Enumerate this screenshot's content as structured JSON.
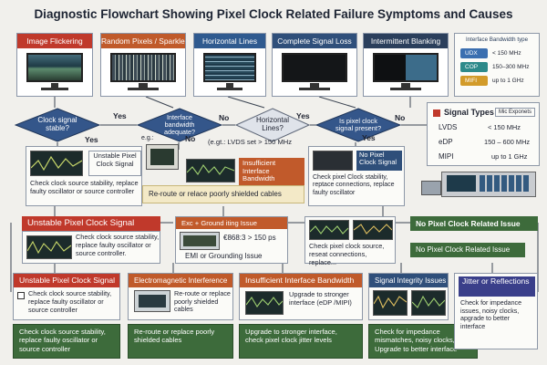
{
  "title": "Diagnostic Flowchart Showing Pixel Clock Related Failure Symptoms and Causes",
  "symptoms": [
    {
      "label": "Image Flickering",
      "color": "#c0392b"
    },
    {
      "label": "Random Pixels / Sparkles",
      "color": "#c05a2a"
    },
    {
      "label": "Horizontal Lines",
      "color": "#2f5a8f"
    },
    {
      "label": "Complete Signal Loss",
      "color": "#2f4f7a"
    },
    {
      "label": "Intermittent Blanking",
      "color": "#2b3f5c"
    }
  ],
  "interface_legend": {
    "title": "Interface Bandwidth type",
    "rows": [
      {
        "tag": "UDX",
        "value": "< 150 MHz",
        "color": "#3b6fb0"
      },
      {
        "tag": "COP",
        "value": "150–300 MHz",
        "color": "#2d8a8a"
      },
      {
        "tag": "MIFI",
        "value": "up to 1 GHz",
        "color": "#d29b2a"
      }
    ]
  },
  "decisions": {
    "clock_stable": "Clock signal stable?",
    "bandwidth": "Interface bandwidth adequate?",
    "horizontal": "Horizontal Lines?",
    "clock_present": "Is pixel clock signal present?"
  },
  "labels": {
    "yes": "Yes",
    "no": "No",
    "eg": "e.g.:",
    "lvds_note": "(e.gt.: LVDS set > 150 MHz"
  },
  "signal_types": {
    "title": "Signal Types",
    "badge": "Mic Exponets",
    "rows": [
      {
        "name": "LVDS",
        "value": "< 150 MHz"
      },
      {
        "name": "eDP",
        "value": "150 – 600 MHz"
      },
      {
        "name": "MIPI",
        "value": "up to 1 GHz"
      }
    ]
  },
  "mid": {
    "unstable_card": "Unstable Pixel Clock Signal",
    "unstable_text": "Check clock source stability, replace faulty oscillator or source controller",
    "insufficient_card": "Insufficient Interface Bandwidth",
    "reroute_text": "Re-route or relace poorly shielded cables",
    "noclock_card": "No Pixel Clock Signal",
    "noclock_text": "Check pixel Clock stability, reptace connections, replace faulty oscillator"
  },
  "row3": {
    "unstable_header": "Unstable Pixel Clock Signal",
    "unstable_text": "Check clock source stability, replace faulty oscillator or source controller.",
    "emi_header": "Exc + Ground iting Issue",
    "emi_value": "€868:3 > 150 ps",
    "emi_caption": "EMI or Grounding Issue",
    "check_text": "Check pixel clock source, reseat connections, replace...",
    "related_header": "No Pixel Clock Related Issue",
    "related_green": "No Pixel Clock Related Issue"
  },
  "bottom": [
    {
      "header": "Unstable Pixel Clock Signal",
      "color": "#c0392b",
      "text": "Check clock source stability, replace faulty oscillator or source controller",
      "green": "Check clock source stability, replace faulty oscillator or source controller"
    },
    {
      "header": "Electromagnetic Interference",
      "color": "#c05a2a",
      "text": "Re-route or replace poorly shielded cables",
      "green": "Re-route or replace poorly shielded cables"
    },
    {
      "header": "Insufficient Interface Bandwidth",
      "color": "#c05a2a",
      "text": "Upgrade to stronger interface (eDP /MIPI)",
      "green": "Upgrade to stronger interface, check pixel clock jitter levels"
    },
    {
      "header": "Signal Integrity Issues",
      "color": "#2f4f7a",
      "text": "",
      "green": "Check for impedance mismatches, noisy clocks, Upgrade to better interface"
    },
    {
      "header": "Jitter or Reflections",
      "color": "#3a3f8a",
      "text": "Check for impedance issues, noisy clocks, apgrade to better interface",
      "green": ""
    }
  ]
}
